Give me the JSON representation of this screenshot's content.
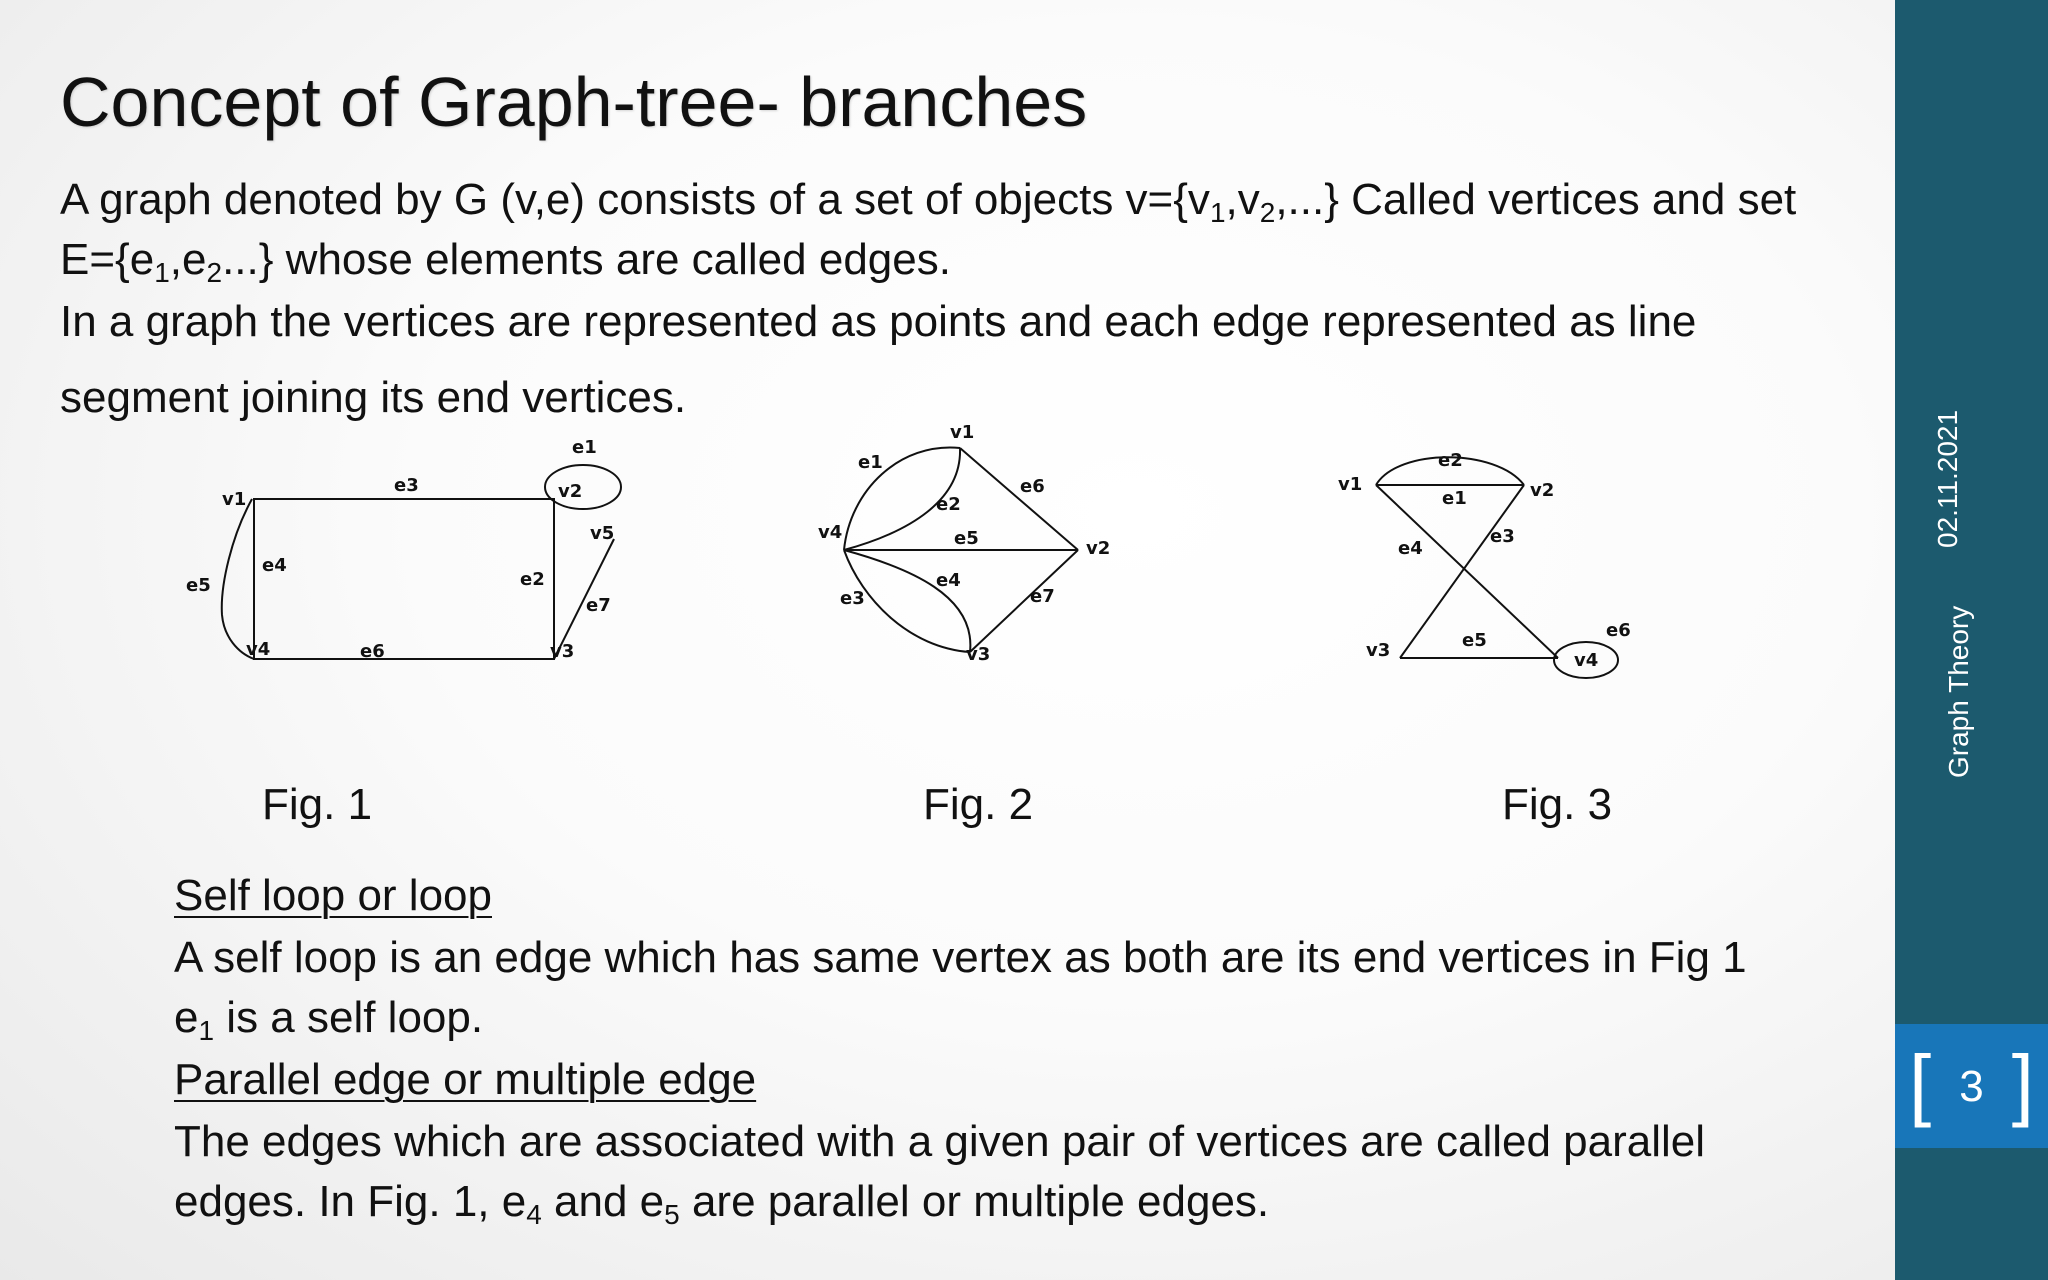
{
  "slide": {
    "title": "Concept of Graph-tree- branches",
    "para1": {
      "a": "A graph denoted by G (v,e) consists of a set of objects v={v",
      "s1": "1",
      "b": ",v",
      "s2": "2",
      "c": ",...} Called vertices and set"
    },
    "para2": {
      "a": "E={e",
      "s1": "1",
      "b": ",e",
      "s2": "2",
      "c": "...} whose elements are called edges."
    },
    "para3": "In a graph the vertices are represented as points and each edge represented as line",
    "para4": "segment joining its end vertices.",
    "figures": {
      "fig1": {
        "caption": "Fig. 1",
        "labels": {
          "v1": "v1",
          "v2": "v2",
          "v3": "v3",
          "v4": "v4",
          "v5": "v5",
          "e1": "e1",
          "e2": "e2",
          "e3": "e3",
          "e4": "e4",
          "e5": "e5",
          "e6": "e6",
          "e7": "e7"
        }
      },
      "fig2": {
        "caption": "Fig. 2",
        "labels": {
          "v1": "v1",
          "v2": "v2",
          "v3": "v3",
          "v4": "v4",
          "e1": "e1",
          "e2": "e2",
          "e3": "e3",
          "e4": "e4",
          "e5": "e5",
          "e6": "e6",
          "e7": "e7"
        }
      },
      "fig3": {
        "caption": "Fig. 3",
        "labels": {
          "v1": "v1",
          "v2": "v2",
          "v3": "v3",
          "v4": "v4",
          "e1": "e1",
          "e2": "e2",
          "e3": "e3",
          "e4": "e4",
          "e5": "e5",
          "e6": "e6"
        }
      }
    },
    "self_loop": {
      "heading": "Self loop or loop",
      "line1": "A self loop is an edge which has same vertex as both are its end vertices in Fig 1",
      "line2_a": "e",
      "line2_sub": "1",
      "line2_b": " is a self loop."
    },
    "parallel": {
      "heading": "Parallel edge or multiple edge",
      "line1": "The edges which are associated with a given pair of vertices are called parallel",
      "line2_a": "edges. In Fig. 1, e",
      "line2_sub1": "4",
      "line2_b": " and e",
      "line2_sub2": "5",
      "line2_c": " are parallel or multiple edges."
    }
  },
  "sidebar": {
    "date": "02.11.2021",
    "subject": "Graph Theory",
    "page_number": "3",
    "background_color": "#1c5a6e",
    "number_box_color": "#1876b9"
  }
}
